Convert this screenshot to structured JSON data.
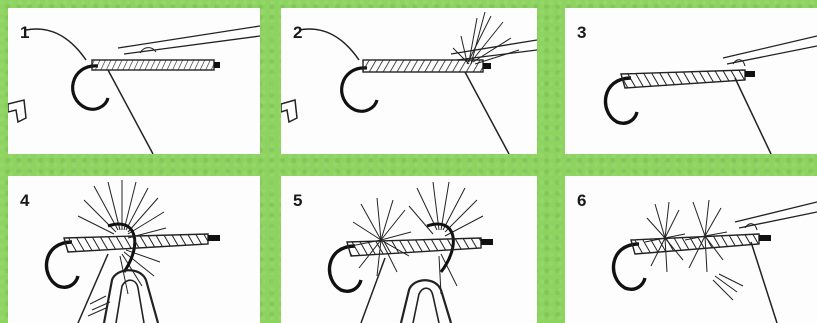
{
  "steps": [
    {
      "number": "1"
    },
    {
      "number": "2"
    },
    {
      "number": "3"
    },
    {
      "number": "4"
    },
    {
      "number": "5"
    },
    {
      "number": "6"
    }
  ],
  "colors": {
    "background": "#8cd35f",
    "panel": "#fdfdfd",
    "ink": "#1a1a1a"
  }
}
